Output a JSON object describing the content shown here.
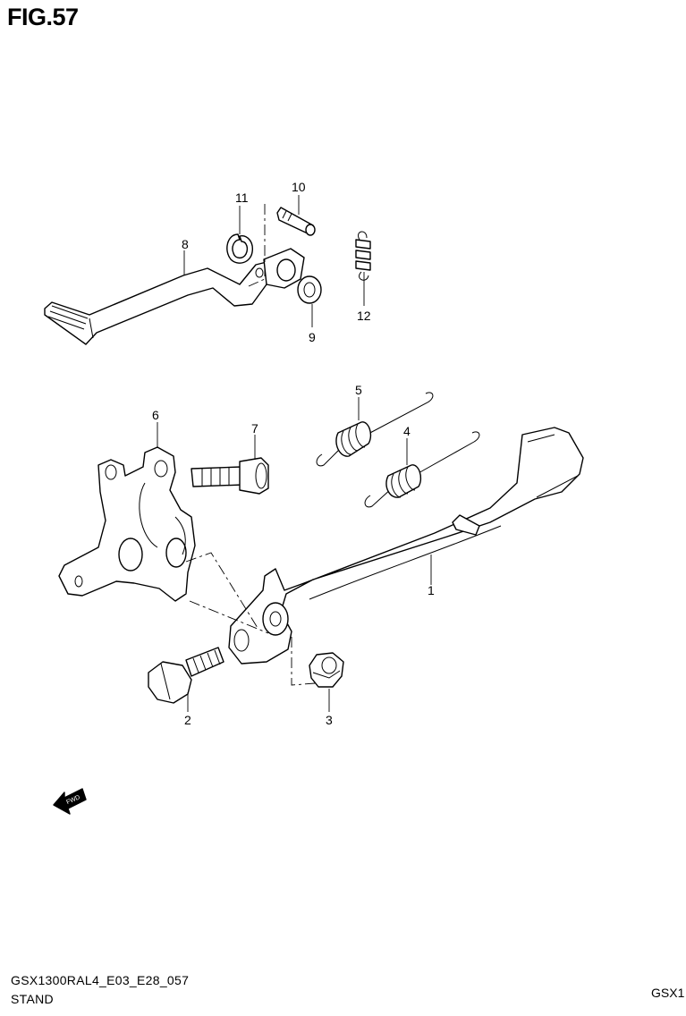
{
  "figure": {
    "title": "FIG.57"
  },
  "callouts": [
    {
      "id": "1",
      "label": "1"
    },
    {
      "id": "2",
      "label": "2"
    },
    {
      "id": "3",
      "label": "3"
    },
    {
      "id": "4",
      "label": "4"
    },
    {
      "id": "5",
      "label": "5"
    },
    {
      "id": "6",
      "label": "6"
    },
    {
      "id": "7",
      "label": "7"
    },
    {
      "id": "8",
      "label": "8"
    },
    {
      "id": "9",
      "label": "9"
    },
    {
      "id": "10",
      "label": "10"
    },
    {
      "id": "11",
      "label": "11"
    },
    {
      "id": "12",
      "label": "12"
    }
  ],
  "fwd_icon": {
    "label": "FWD",
    "icon": "forward-arrow-icon"
  },
  "footer": {
    "code": "GSX1300RAL4_E03_E28_057",
    "name": "STAND",
    "right": "GSX1"
  }
}
